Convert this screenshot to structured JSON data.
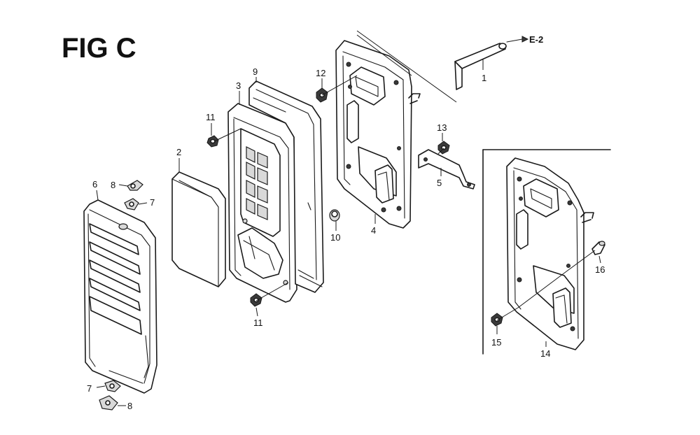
{
  "figure": {
    "title": "FIG C",
    "reference": "E-2"
  },
  "callouts": {
    "c1": "1",
    "c2": "2",
    "c3": "3",
    "c4": "4",
    "c5": "5",
    "c6": "6",
    "c7a": "7",
    "c7b": "7",
    "c8a": "8",
    "c8b": "8",
    "c9": "9",
    "c10": "10",
    "c11a": "11",
    "c11b": "11",
    "c12": "12",
    "c13": "13",
    "c14": "14",
    "c15": "15",
    "c16": "16"
  }
}
